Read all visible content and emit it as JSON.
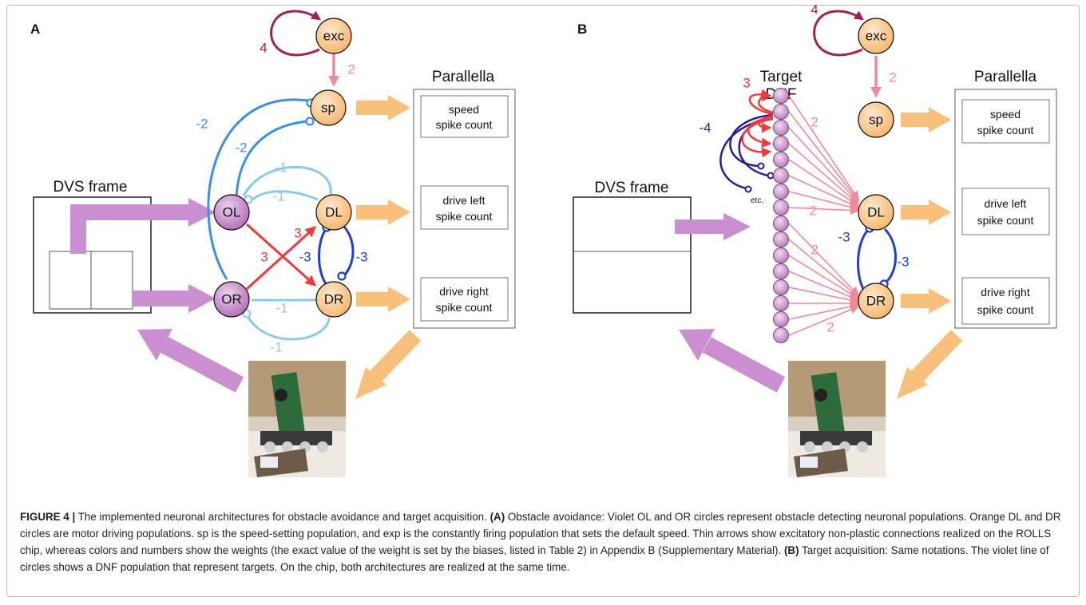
{
  "panels": {
    "a": {
      "letter": "A",
      "dvs_title": "DVS frame",
      "parallella_title": "Parallella",
      "nodes": {
        "exc": "exc",
        "sp": "sp",
        "ol": "OL",
        "dl": "DL",
        "or": "OR",
        "dr": "DR"
      },
      "boxes": {
        "speed": [
          "speed",
          "spike count"
        ],
        "drive_left": [
          "drive left",
          "spike count"
        ],
        "drive_right": [
          "drive right",
          "spike count"
        ]
      },
      "weights": {
        "exc_self": "4",
        "exc_sp": "2",
        "or_sp_outer": "-2",
        "ol_sp": "-2",
        "ol_dr_upper": "-1",
        "ol_dl": "-1",
        "or_dr": "-1",
        "or_dl_lower": "-1",
        "ol_to_dr": "3",
        "or_to_dl": "3",
        "dl_dr": "-3",
        "dr_dl": "-3"
      }
    },
    "b": {
      "letter": "B",
      "dnf_title": [
        "Target",
        "DNF"
      ],
      "dvs_title": "DVS frame",
      "parallella_title": "Parallella",
      "etc_label": "etc.",
      "nodes": {
        "exc": "exc",
        "sp": "sp",
        "dl": "DL",
        "dr": "DR"
      },
      "boxes": {
        "speed": [
          "speed",
          "spike count"
        ],
        "drive_left": [
          "drive left",
          "spike count"
        ],
        "drive_right": [
          "drive right",
          "spike count"
        ]
      },
      "weights": {
        "exc_self": "4",
        "exc_sp": "2",
        "dnf_excite": "3",
        "dnf_inhibit": "-4",
        "dnf_dl_top": "2",
        "dnf_dl_bottom": "2",
        "dnf_dr_top": "2",
        "dnf_dr_bottom": "2",
        "dl_dr": "-3",
        "dr_dl": "-3"
      }
    }
  },
  "caption": {
    "figure_label": "FIGURE 4 |",
    "intro": " The implemented neuronal architectures for obstacle avoidance and target acquisition. ",
    "a_label": "(A)",
    "a_text": " Obstacle avoidance: Violet OL and OR circles represent obstacle detecting neuronal populations. Orange DL and DR circles are motor driving populations. sp is the speed-setting population, and exp is the constantly firing population that sets the default speed. Thin arrows show excitatory non-plastic connections realized on the ROLLS chip, whereas colors and numbers show the weights (the exact value of the weight is set by the biases, listed in Table 2) in Appendix B (Supplementary Material). ",
    "b_label": "(B)",
    "b_text": " Target acquisition: Same notations. The violet line of circles shows a DNF population that represent targets. On the chip, both architectures are realized at the same time."
  },
  "colors": {
    "violet_arrow": "#c98fd0",
    "orange_arrow": "#f9bf7c",
    "pink_arrow": "#f08a9a",
    "self_loop": "#a3214f",
    "blue_mid": "#3d8fe0",
    "blue_light": "#8ec8ee",
    "blue_dark": "#1f3fd0",
    "red": "#ee3a3a",
    "navy": "#2a1a9a",
    "node_orange": "#f9bf7c",
    "node_violet": "#c584c8"
  }
}
